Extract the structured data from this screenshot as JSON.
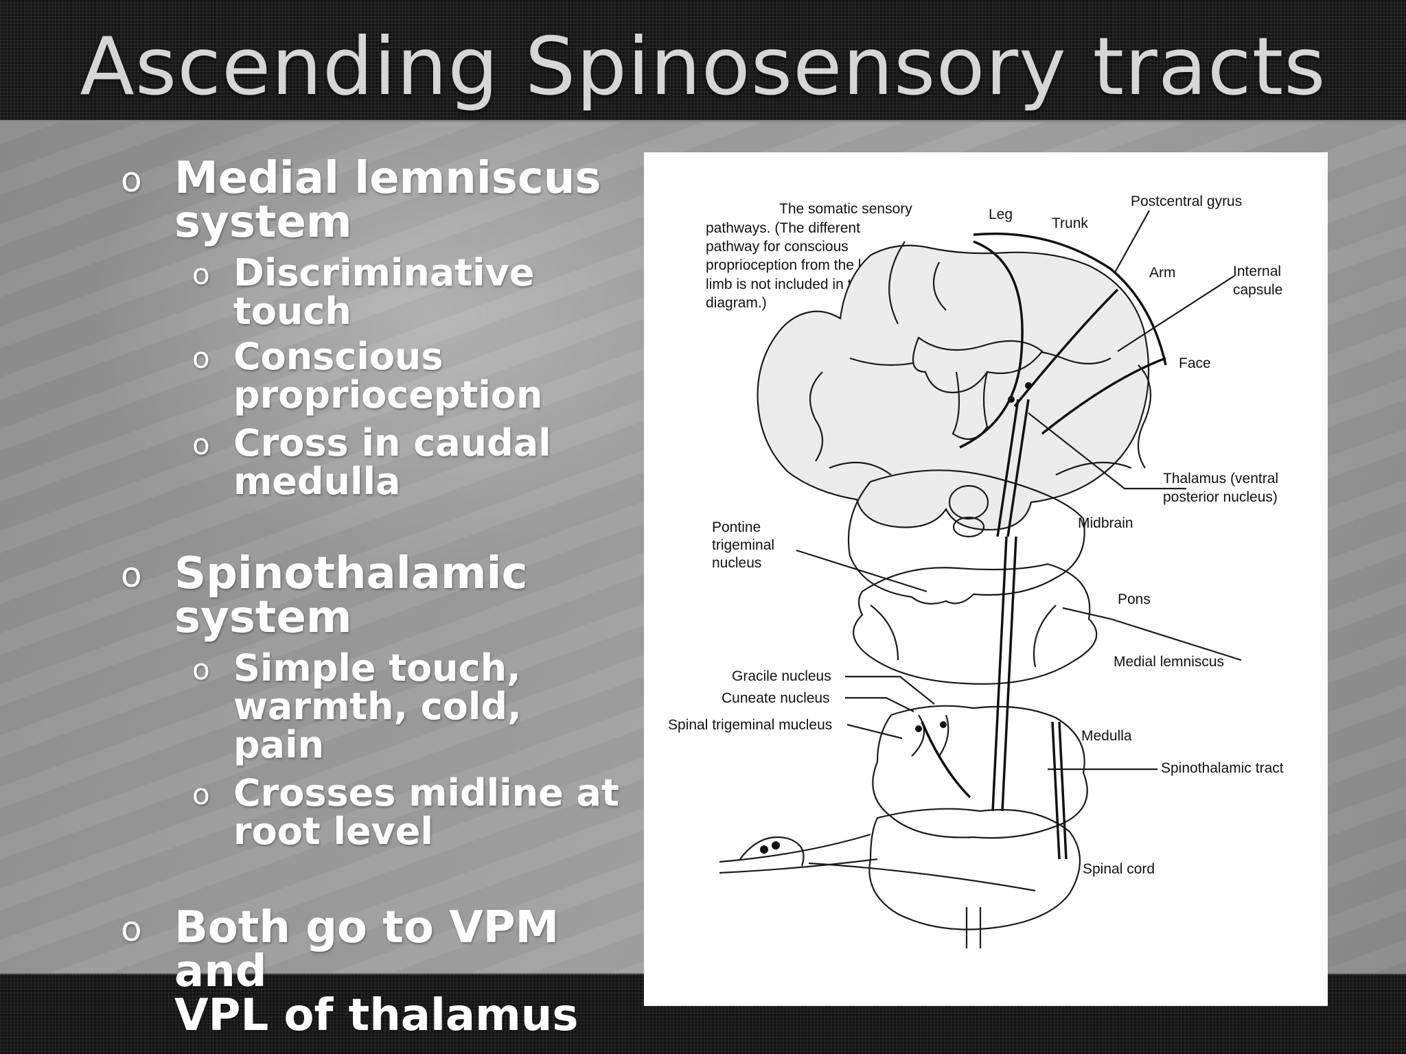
{
  "slide": {
    "title": "Ascending Spinosensory tracts",
    "bullet_marker": "o",
    "sections": [
      {
        "heading_lines": [
          "Medial lemniscus",
          "system"
        ],
        "sub": [
          {
            "lines": [
              "Discriminative touch"
            ]
          },
          {
            "lines": [
              "Conscious",
              "proprioception"
            ]
          },
          {
            "lines": [
              "Cross in caudal",
              "medulla"
            ]
          }
        ]
      },
      {
        "heading_lines": [
          "Spinothalamic",
          "system"
        ],
        "sub": [
          {
            "lines": [
              "Simple touch,",
              "warmth, cold, pain"
            ]
          },
          {
            "lines": [
              "Crosses midline at",
              "root level"
            ]
          }
        ]
      },
      {
        "heading_lines": [
          "Both go to VPM and",
          "VPL of thalamus"
        ],
        "sub": []
      }
    ]
  },
  "figure": {
    "caption_lines": [
      "The somatic sensory",
      "pathways.  (The different",
      "pathway for conscious",
      "proprioception from the lower",
      "limb is not included in this",
      "diagram.)"
    ],
    "labels": {
      "leg": "Leg",
      "trunk": "Trunk",
      "postcentral_gyrus": "Postcentral gyrus",
      "arm": "Arm",
      "internal_capsule_1": "Internal",
      "internal_capsule_2": "capsule",
      "face": "Face",
      "thalamus_1": "Thalamus  (ventral",
      "thalamus_2": "posterior nucleus)",
      "midbrain": "Midbrain",
      "pontine_1": "Pontine",
      "pontine_2": "trigeminal",
      "pontine_3": "nucleus",
      "pons": "Pons",
      "medial_lemniscus": "Medial lemniscus",
      "gracile": "Gracile nucleus",
      "cuneate": "Cuneate nucleus",
      "spinal_trigeminal": "Spinal trigeminal mucleus",
      "medulla": "Medulla",
      "spinothalamic": "Spinothalamic tract",
      "spinal_cord": "Spinal cord"
    }
  }
}
